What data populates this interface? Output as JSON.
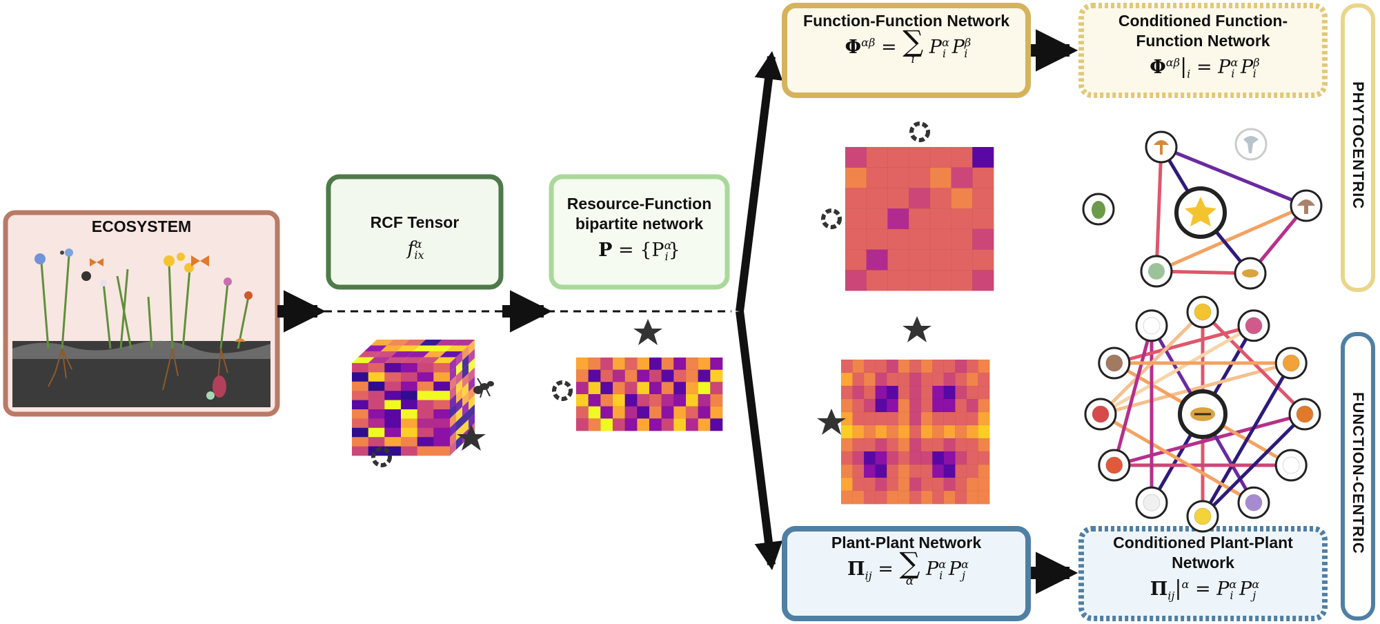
{
  "ecosystem": {
    "title": "ECOSYSTEM"
  },
  "rcf_tensor": {
    "title": "RCF Tensor",
    "symbol": "f",
    "sub": "ix",
    "sup": "α"
  },
  "resource_function": {
    "title_line1": "Resource-Function",
    "title_line2": "bipartite network",
    "formula_lhs": "P",
    "formula_rhs": "= {P",
    "formula_sub": "i",
    "formula_sup": "α",
    "formula_close": "}"
  },
  "function_function": {
    "title": "Function-Function Network",
    "lhs": "Φ",
    "lhs_sup": "αβ",
    "sum_index": "i",
    "rhs": "P",
    "rhs_sub": "i",
    "rhs_sup1": "α",
    "rhs_sup2": "β"
  },
  "cond_function": {
    "title_line1": "Conditioned Function-",
    "title_line2": "Function Network",
    "lhs": "Φ",
    "lhs_sup": "αβ",
    "cond_sub": "i",
    "rhs": "P",
    "rhs_sub": "i",
    "rhs_sup1": "α",
    "rhs_sup2": "β"
  },
  "plant_plant": {
    "title": "Plant-Plant Network",
    "lhs": "Π",
    "lhs_sub": "ij",
    "sum_index": "α",
    "rhs": "P",
    "rhs_sub1": "i",
    "rhs_sub2": "j",
    "rhs_sup": "α"
  },
  "cond_plant": {
    "title_line1": "Conditioned Plant-Plant",
    "title_line2": "Network",
    "lhs": "Π",
    "lhs_sub": "ij",
    "cond_sup": "α",
    "rhs": "P",
    "rhs_sub1": "i",
    "rhs_sub2": "j",
    "rhs_sup": "α"
  },
  "side_labels": {
    "top": "PHYTOCENTRIC",
    "bottom": "FUNCTION-CENTRIC"
  },
  "colors": {
    "ecosystem_border": "#b97a66",
    "ecosystem_fill": "#f8e6e2",
    "rcf_border": "#4e7a49",
    "rcf_fill": "#f3f8ee",
    "rf_border": "#a9d99a",
    "rf_fill": "#f6fbf1",
    "ff_border": "#d5b35c",
    "ff_fill": "#fcf8ea",
    "pp_border": "#4f7fa3",
    "pp_fill": "#eef5fa",
    "arrow": "#111111",
    "plasma_palette": [
      "#2f0d8f",
      "#5a08a3",
      "#8c11a5",
      "#b12a90",
      "#cc4778",
      "#e16462",
      "#f1844b",
      "#fca636",
      "#fcce25",
      "#f0f921"
    ]
  },
  "matrices": {
    "resource_function": [
      [
        7,
        6,
        4,
        7,
        5,
        7,
        1,
        6,
        2,
        6,
        7,
        2
      ],
      [
        6,
        1,
        5,
        3,
        6,
        2,
        4,
        1,
        5,
        6,
        1,
        8
      ],
      [
        3,
        8,
        1,
        6,
        4,
        8,
        2,
        6,
        1,
        7,
        9,
        4
      ],
      [
        8,
        2,
        6,
        8,
        1,
        4,
        5,
        3,
        2,
        8,
        3,
        6
      ],
      [
        5,
        9,
        2,
        7,
        3,
        1,
        6,
        2,
        7,
        5,
        2,
        7
      ],
      [
        4,
        6,
        9,
        4,
        2,
        7,
        2,
        4,
        8,
        3,
        7,
        1
      ]
    ],
    "function_function": [
      [
        4,
        5,
        5,
        5,
        5,
        5,
        1
      ],
      [
        6,
        5,
        5,
        5,
        6,
        4,
        5
      ],
      [
        5,
        5,
        5,
        4,
        5,
        6,
        5
      ],
      [
        5,
        5,
        3,
        5,
        5,
        5,
        5
      ],
      [
        5,
        5,
        5,
        5,
        5,
        5,
        4
      ],
      [
        5,
        3,
        5,
        5,
        5,
        5,
        5
      ],
      [
        4,
        5,
        5,
        5,
        5,
        5,
        4
      ]
    ],
    "plant_plant": [
      [
        5,
        6,
        5,
        5,
        4,
        6,
        5,
        6,
        5,
        5,
        4,
        5,
        6
      ],
      [
        7,
        5,
        6,
        4,
        5,
        5,
        4,
        5,
        5,
        4,
        5,
        6,
        5
      ],
      [
        5,
        4,
        5,
        2,
        1,
        5,
        4,
        5,
        2,
        1,
        4,
        5,
        5
      ],
      [
        6,
        5,
        4,
        1,
        2,
        6,
        4,
        5,
        2,
        2,
        5,
        4,
        6
      ],
      [
        7,
        5,
        5,
        5,
        5,
        6,
        4,
        6,
        5,
        5,
        5,
        5,
        7
      ],
      [
        8,
        7,
        6,
        7,
        6,
        7,
        5,
        7,
        6,
        7,
        6,
        7,
        8
      ],
      [
        6,
        5,
        5,
        4,
        5,
        6,
        4,
        5,
        5,
        4,
        5,
        5,
        6
      ],
      [
        5,
        4,
        1,
        2,
        4,
        5,
        4,
        4,
        1,
        2,
        4,
        5,
        5
      ],
      [
        6,
        5,
        2,
        1,
        5,
        6,
        5,
        5,
        2,
        1,
        5,
        5,
        6
      ],
      [
        7,
        5,
        5,
        4,
        5,
        6,
        4,
        5,
        5,
        4,
        5,
        6,
        6
      ],
      [
        6,
        6,
        5,
        5,
        6,
        6,
        5,
        6,
        5,
        6,
        5,
        6,
        6
      ]
    ]
  }
}
